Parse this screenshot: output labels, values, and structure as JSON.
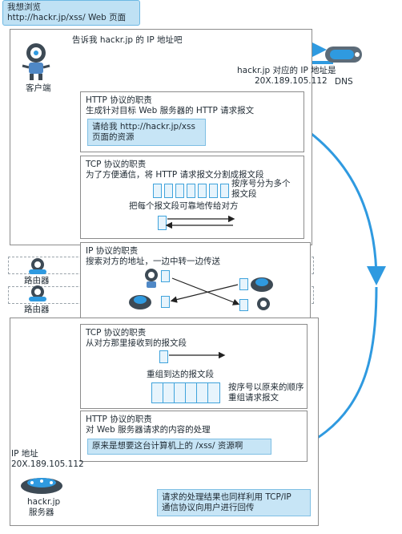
{
  "user_bubble": {
    "line1": "我想浏览",
    "line2": "http://hackr.jp/xss/ Web 页面"
  },
  "client": {
    "label": "客户端",
    "icon": "robot-icon"
  },
  "dns": {
    "label": "DNS",
    "icon": "dns-server-icon",
    "query": "告诉我 hackr.jp 的 IP 地址吧",
    "reply_line1": "hackr.jp 对应的 IP 地址是",
    "reply_line2": "20X.189.105.112"
  },
  "http_send": {
    "title": "HTTP 协议的职责",
    "desc": "生成针对目标 Web 服务器的 HTTP 请求报文",
    "request_line1": "请给我 http://hackr.jp/xss",
    "request_line2": "页面的资源"
  },
  "tcp_send": {
    "title": "TCP 协议的职责",
    "desc": "为了方便通信，将 HTTP 请求报文分割成报文段",
    "note_line1": "按序号分为多个",
    "note_line2": "报文段",
    "note2": "把每个报文段可靠地传给对方"
  },
  "ip": {
    "title": "IP 协议的职责",
    "desc": "搜索对方的地址，一边中转一边传送"
  },
  "routers": [
    {
      "label": "路由器",
      "icon": "router-icon"
    },
    {
      "label": "路由器",
      "icon": "router-icon"
    }
  ],
  "tcp_recv": {
    "title": "TCP 协议的职责",
    "desc": "从对方那里接收到的报文段",
    "note1": "重组到达的报文段",
    "note2_line1": "按序号以原来的顺序",
    "note2_line2": "重组请求报文"
  },
  "http_recv": {
    "title": "HTTP 协议的职责",
    "desc": "对 Web 服务器请求的内容的处理",
    "hint": "原来是想要这台计算机上的 /xss/ 资源啊"
  },
  "server": {
    "ip_label": "IP 地址",
    "ip_value": "20X.189.105.112",
    "name_line1": "hackr.jp",
    "name_line2": "服务器",
    "icon": "web-server-icon"
  },
  "result_note": {
    "line1": "请求的处理结果也同样利用 TCP/IP",
    "line2": "通信协议向用户进行回传"
  },
  "colors": {
    "accent": "#3aa0e0",
    "box_fill": "#c7e5f6",
    "border": "#8c8c8c"
  }
}
